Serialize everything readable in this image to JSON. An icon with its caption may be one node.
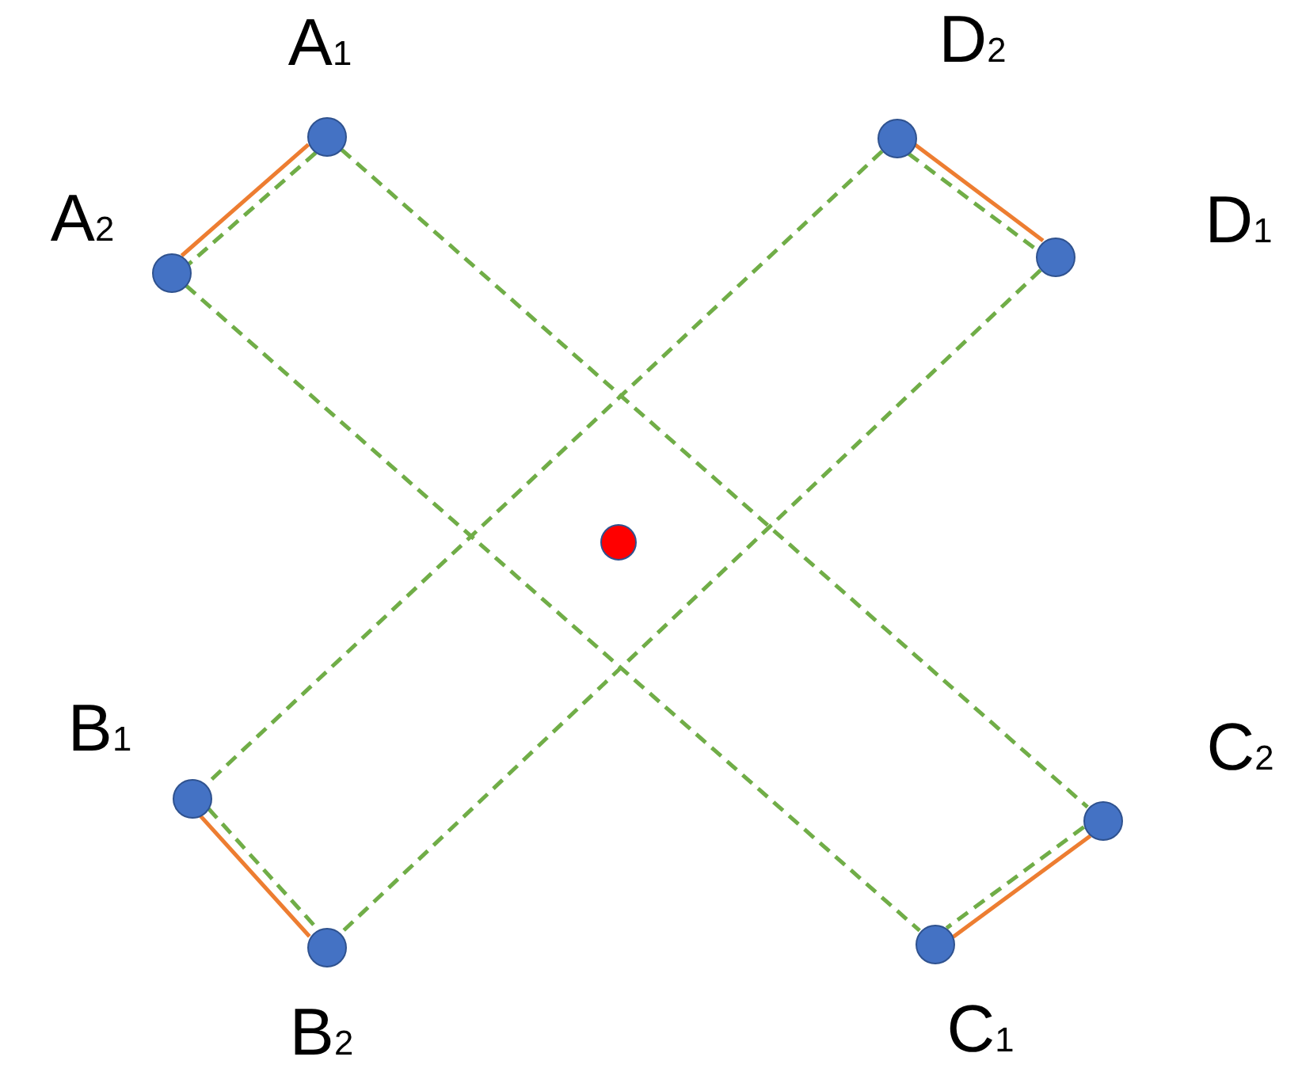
{
  "diagram": {
    "nodes": [
      {
        "text": [],
        "shape": "circle",
        "beside": [
          "A$_{1}$"
        ]
      },
      {
        "text": [],
        "shape": "circle",
        "beside": [
          "D$_{2}$"
        ]
      },
      {
        "text": [],
        "shape": "circle",
        "beside": [
          "A$_{2}$"
        ]
      },
      {
        "text": [],
        "shape": "circle",
        "beside": [
          "D$_{1}$"
        ]
      },
      {
        "text": [],
        "shape": "circle"
      },
      {
        "text": [],
        "shape": "circle",
        "beside": [
          "B$_{1}$"
        ]
      },
      {
        "text": [],
        "shape": "circle",
        "beside": [
          "C$_{2}$"
        ]
      },
      {
        "text": [],
        "shape": "circle",
        "beside": [
          "B$_{2}$"
        ]
      },
      {
        "text": [],
        "shape": "circle",
        "beside": [
          "C$_{1}$"
        ]
      }
    ],
    "edges": [
      {
        "from": 0,
        "to": 2,
        "arrow": "none",
        "color": "#ed7d31"
      },
      {
        "from": 0,
        "to": 2,
        "arrow": "none",
        "style": "dashed"
      },
      {
        "from": 1,
        "to": 3,
        "arrow": "none",
        "color": "#ed7d31"
      },
      {
        "from": 1,
        "to": 3,
        "arrow": "none",
        "style": "dashed"
      },
      {
        "from": 0,
        "to": 6,
        "arrow": "none",
        "style": "dashed"
      },
      {
        "from": 2,
        "to": 8,
        "arrow": "none",
        "style": "dashed"
      },
      {
        "from": 1,
        "to": 5,
        "arrow": "none",
        "style": "dashed"
      },
      {
        "from": 3,
        "to": 7,
        "arrow": "none",
        "style": "dashed"
      },
      {
        "from": 5,
        "to": 7,
        "arrow": "none",
        "color": "#ed7d31"
      },
      {
        "from": 5,
        "to": 7,
        "arrow": "none",
        "style": "dashed"
      },
      {
        "from": 6,
        "to": 8,
        "arrow": "none",
        "color": "#ed7d31"
      },
      {
        "from": 6,
        "to": 8,
        "arrow": "none",
        "style": "dashed"
      }
    ]
  }
}
